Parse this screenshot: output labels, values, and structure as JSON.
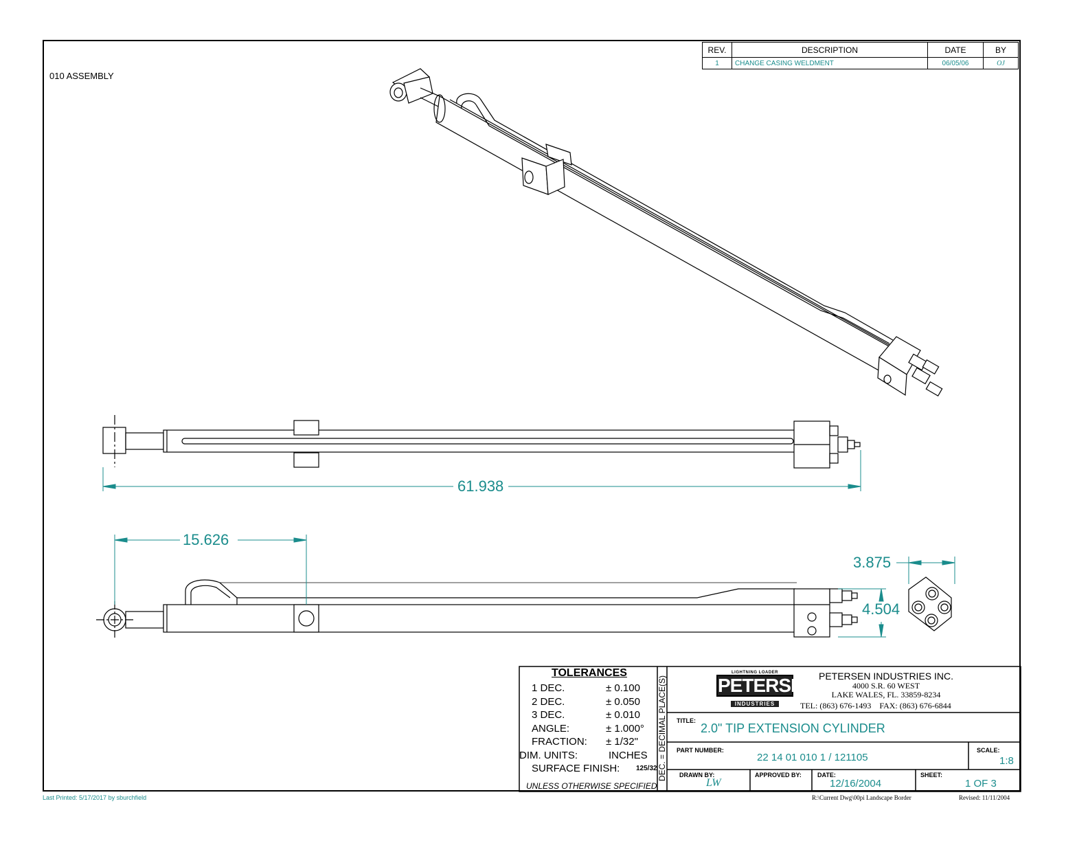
{
  "sheet_label": "010  ASSEMBLY",
  "revision_table": {
    "headers": [
      "REV.",
      "DESCRIPTION",
      "DATE",
      "BY"
    ],
    "rows": [
      {
        "rev": "1",
        "description": "CHANGE CASING WELDMENT",
        "date": "06/05/06",
        "by": "OJ"
      }
    ]
  },
  "dimensions": {
    "overall_length": "61.938",
    "rod_eye_offset": "15.626",
    "block_width": "3.875",
    "block_height": "4.504"
  },
  "tolerances": {
    "heading": "TOLERANCES",
    "rows": [
      {
        "label": "1 DEC.",
        "value": "± 0.100"
      },
      {
        "label": "2 DEC.",
        "value": "± 0.050"
      },
      {
        "label": "3 DEC.",
        "value": "± 0.010"
      },
      {
        "label": "ANGLE:",
        "value": "± 1.000°"
      },
      {
        "label": "FRACTION:",
        "value": "± 1/32\""
      },
      {
        "label": "DIM. UNITS:",
        "value": "INCHES"
      },
      {
        "label": "SURFACE FINISH:",
        "value": "125/32"
      }
    ],
    "footer": "UNLESS OTHERWISE SPECIFIED",
    "side_note": "DEC. = DECIMAL PLACE(S)"
  },
  "company": {
    "logo_tagline": "LIGHTNING LOADER",
    "logo_name": "PETERSEN",
    "logo_sub": "INDUSTRIES",
    "name": "PETERSEN INDUSTRIES INC.",
    "address1": "4000 S.R. 60 WEST",
    "address2": "LAKE WALES, FL. 33859-8234",
    "phone": "TEL: (863) 676-1493    FAX: (863) 676-6844"
  },
  "title_block": {
    "title_label": "TITLE:",
    "title": "2.0\" TIP EXTENSION CYLINDER",
    "part_label": "PART NUMBER:",
    "part_number": "22 14 01 010 1 / 121105",
    "scale_label": "SCALE:",
    "scale": "1:8",
    "drawn_label": "DRAWN BY:",
    "drawn_by": "LW",
    "approved_label": "APPROVED BY:",
    "approved_by": "",
    "date_label": "DATE:",
    "date": "12/16/2004",
    "sheet_label": "SHEET:",
    "sheet": "1 OF 3"
  },
  "footer": {
    "printed": "Last Printed: 5/17/2017 by sburchfield",
    "path": "R:\\Current Dwg\\00pi Landscape Border",
    "revised": "Revised: 11/11/2004"
  },
  "colors": {
    "annotation": "#1a8c8c",
    "line": "#000000"
  }
}
